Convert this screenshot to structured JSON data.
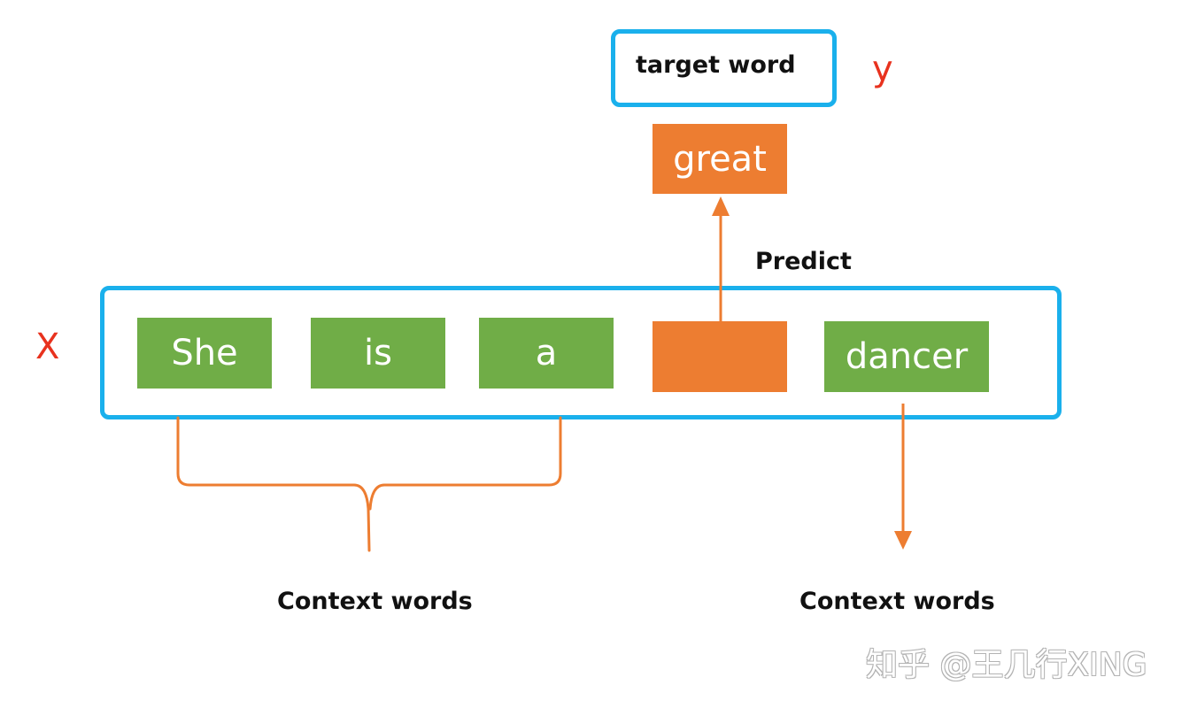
{
  "target": {
    "label": "target word",
    "var": "y"
  },
  "prediction": {
    "word": "great",
    "action": "Predict"
  },
  "input": {
    "var": "X",
    "tokens": [
      "She",
      "is",
      "a",
      "",
      "dancer"
    ]
  },
  "context_labels": {
    "left": "Context words",
    "right": "Context words"
  },
  "watermark": "知乎 @王几行XING",
  "colors": {
    "frame": "#1ab0ec",
    "context_token": "#70ad47",
    "target_token": "#ed7d31",
    "variable_text": "#e8321e"
  }
}
